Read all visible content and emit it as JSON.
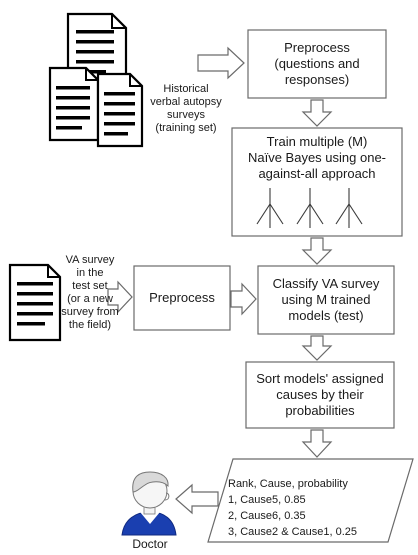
{
  "nodes": {
    "historical_label": "Historical\nverbal autopsy\nsurveys\n(training set)",
    "preprocess_top": "Preprocess\n(questions and\nresponses)",
    "train": "Train multiple (M)\nNaïve Bayes using one-\nagainst-all approach",
    "va_label": "VA survey\nin the\ntest set\n(or a new\nsurvey from\nthe field)",
    "preprocess_mid": "Preprocess",
    "classify": "Classify VA survey\nusing M trained\nmodels (test)",
    "sort": "Sort models' assigned\ncauses  by their\nprobabilities",
    "output_lines": [
      "Rank, Cause, probability",
      "1, Cause5, 0.85",
      "2, Cause6, 0.35",
      "3, Cause2 & Cause1, 0.25"
    ],
    "doctor_label": "Doctor"
  }
}
